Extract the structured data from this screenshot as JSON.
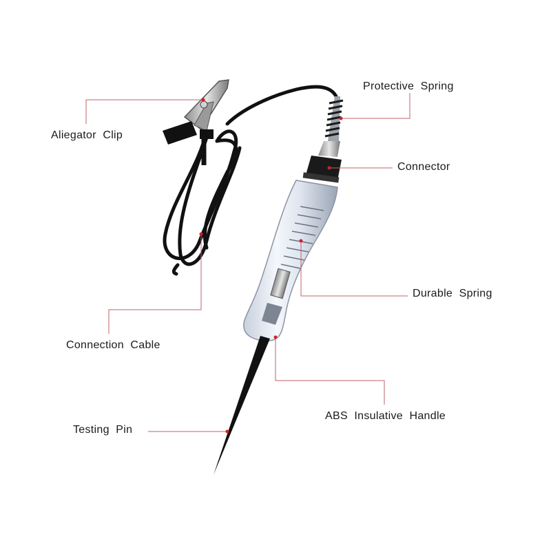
{
  "labels": {
    "alligator_clip": "Aliegator  Clip",
    "connection_cable": "Connection  Cable",
    "testing_pin": "Testing  Pin",
    "protective_spring": "Protective  Spring",
    "connector": "Connector",
    "durable_spring": "Durable  Spring",
    "abs_handle": "ABS  Insulative  Handle"
  },
  "colors": {
    "leader_line": "#c0606a",
    "leader_dot": "#d0202a",
    "handle_body": "#dfe6f0",
    "cable": "#111111",
    "clip_metal": "#b8b8b8"
  }
}
